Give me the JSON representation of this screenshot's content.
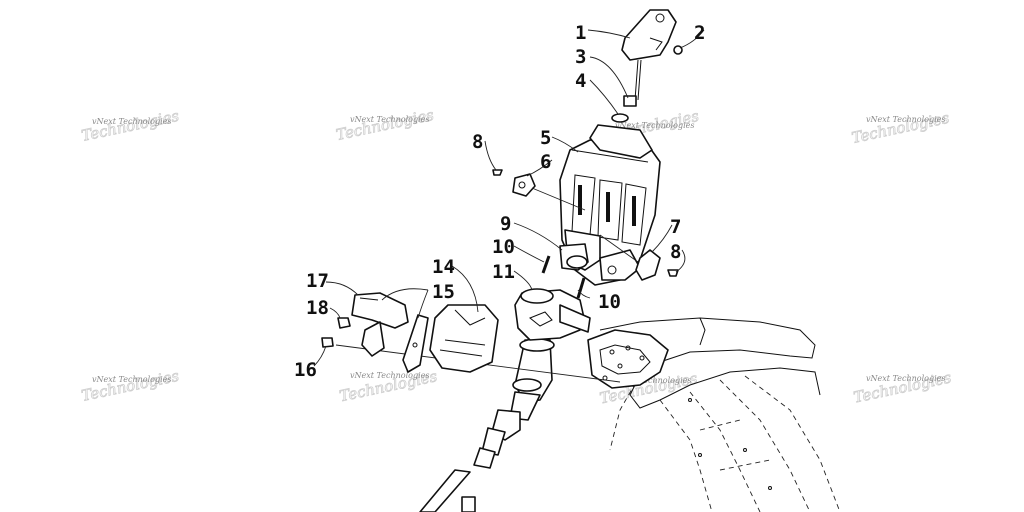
{
  "watermark": {
    "text": "vNext Technologies"
  },
  "callouts": [
    "1",
    "2",
    "3",
    "4",
    "5",
    "6",
    "7",
    "8",
    "9",
    "10",
    "11",
    "14",
    "15",
    "16",
    "17",
    "18",
    "8",
    "10"
  ]
}
